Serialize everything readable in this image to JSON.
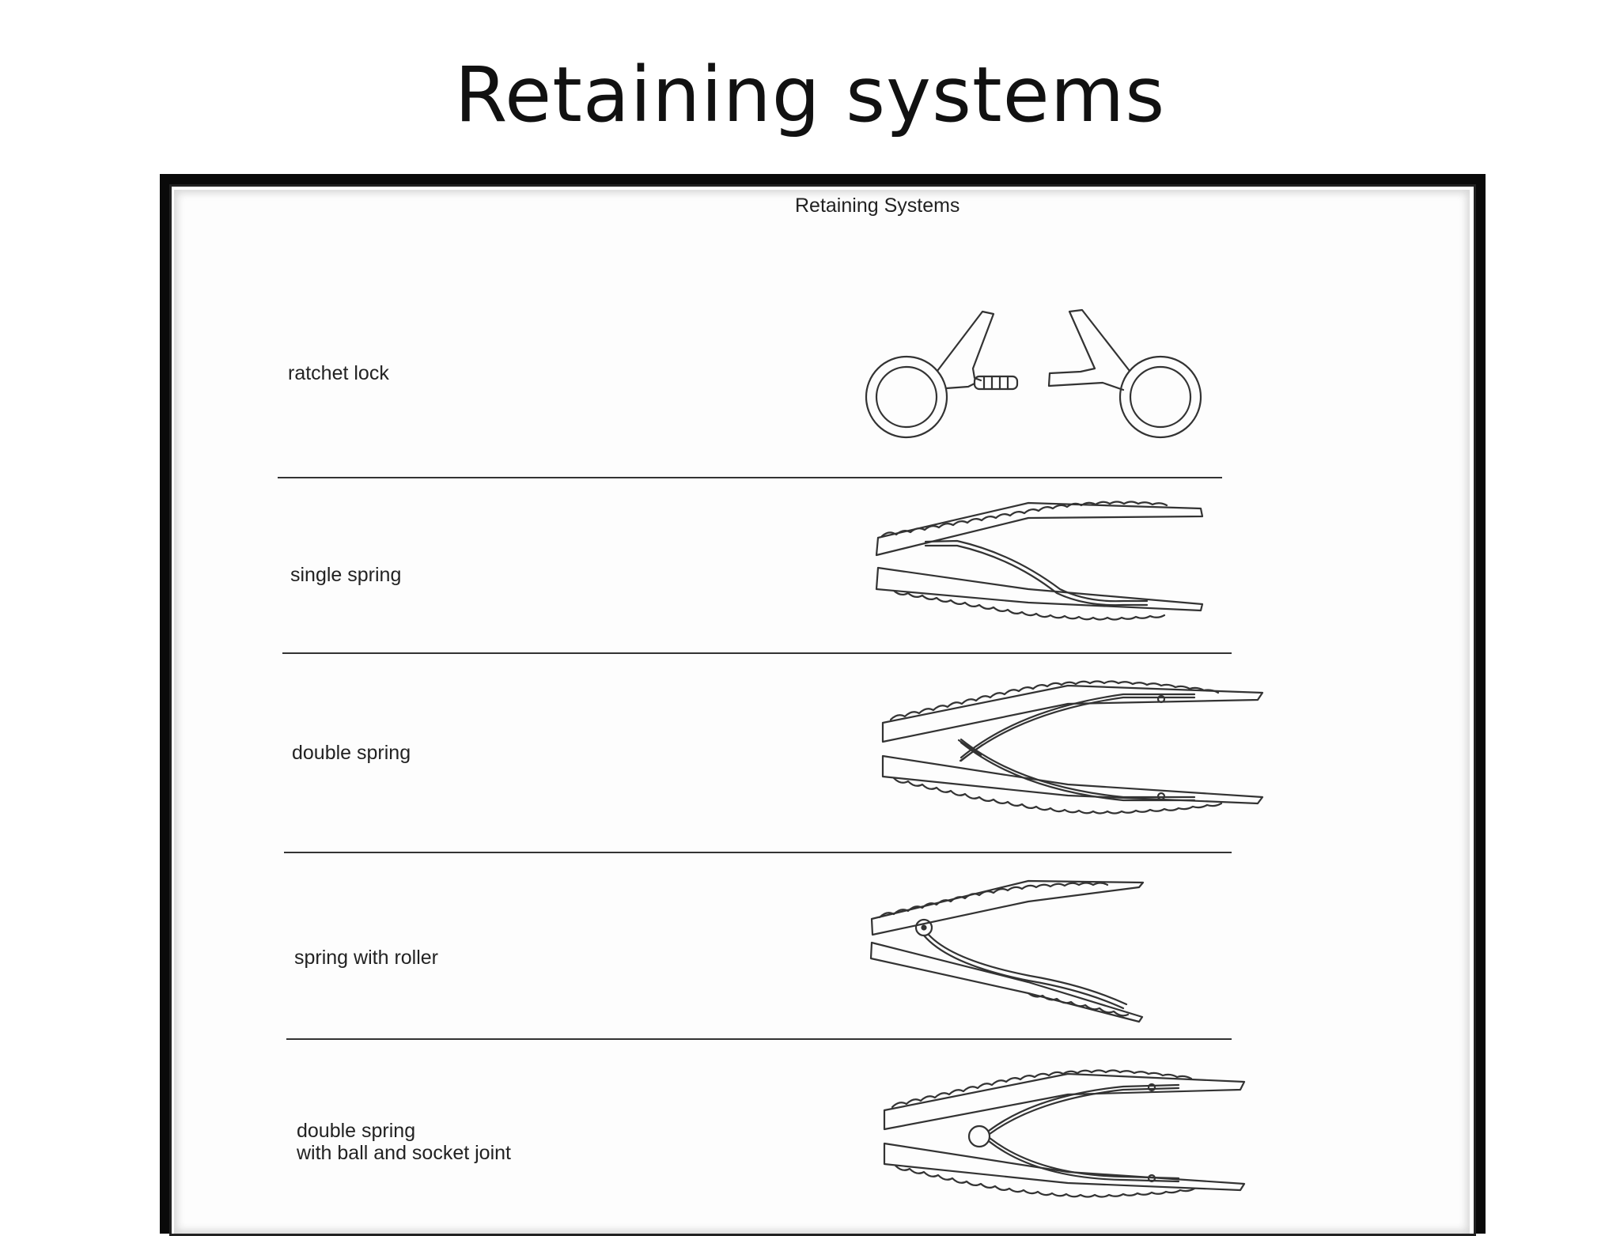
{
  "slide": {
    "title": "Retaining  systems"
  },
  "figure": {
    "heading": "Retaining Systems",
    "rows": [
      {
        "label": "ratchet lock"
      },
      {
        "label": "single spring"
      },
      {
        "label": "double spring"
      },
      {
        "label": "spring with roller"
      },
      {
        "label": "double spring\nwith ball and socket joint"
      }
    ]
  }
}
